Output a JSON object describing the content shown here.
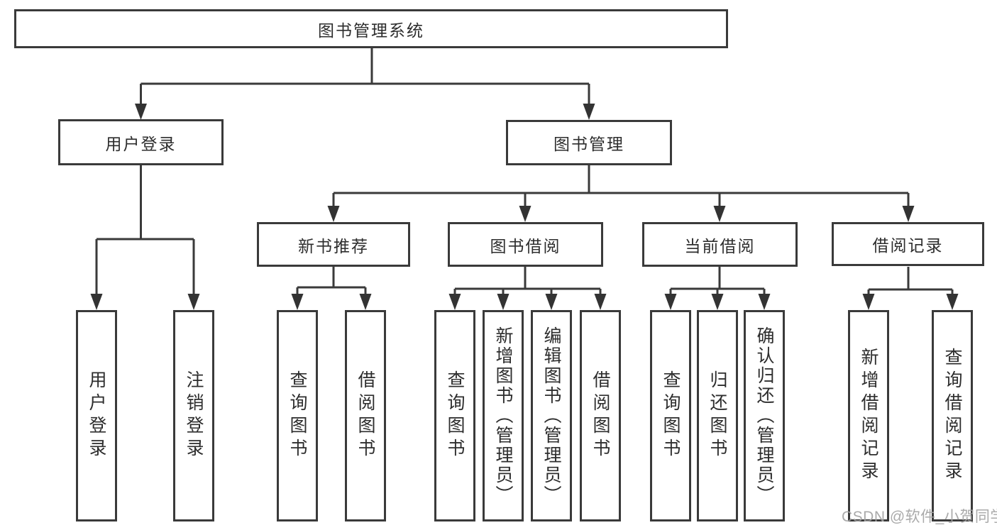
{
  "diagram": {
    "title": "图书管理系统",
    "level2": {
      "user_login": "用户登录",
      "book_management": "图书管理"
    },
    "level3": {
      "new_book_recommend": "新书推荐",
      "book_borrowing": "图书借阅",
      "current_borrowing": "当前借阅",
      "borrowing_records": "借阅记录"
    },
    "leaves": {
      "user_login_leaf": "用户登录",
      "logout": "注销登录",
      "nbr_query_books": "查询图书",
      "nbr_borrow_books": "借阅图书",
      "bb_query_books": "查询图书",
      "bb_add_books_admin": "新增图书（管理员）",
      "bb_edit_books_admin": "编辑图书（管理员）",
      "bb_borrow_books": "借阅图书",
      "cb_query_books": "查询图书",
      "cb_return_books": "归还图书",
      "cb_confirm_return_admin": "确认归还（管理员）",
      "br_add_record": "新增借阅记录",
      "br_query_record": "查询借阅记录"
    }
  },
  "watermark": "CSDN @软件_小贺同学",
  "colors": {
    "line": "#3a3a3a",
    "box_fill": "#ffffff",
    "text": "#2d2d2d",
    "watermark": "#a3a3a3"
  }
}
